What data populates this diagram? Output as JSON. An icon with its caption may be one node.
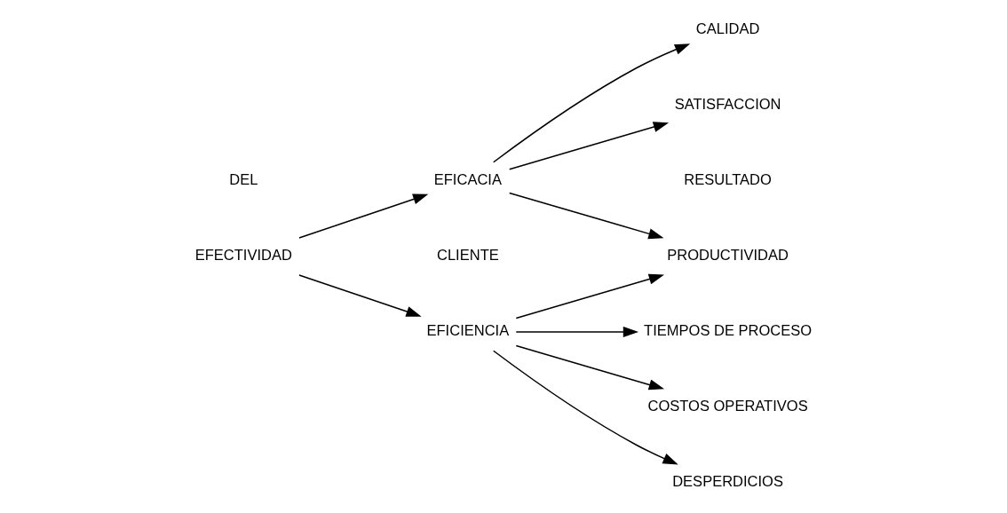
{
  "diagram": {
    "nodes": [
      {
        "text": [
          "CALIDAD"
        ]
      },
      {
        "text": [
          "EFICACIA"
        ]
      },
      {
        "text": [
          "SATISFACCION"
        ]
      },
      {
        "text": [
          "EFECTIVIDAD"
        ]
      },
      {
        "text": [
          "PRODUCTIVIDAD"
        ]
      },
      {
        "text": [
          "TIEMPOS DE PROCESO"
        ]
      },
      {
        "text": [
          "EFICIENCIA"
        ]
      },
      {
        "text": [
          "COSTOS OPERATIVOS"
        ]
      },
      {
        "text": [
          "DESPERDICIOS"
        ]
      }
    ],
    "edges": [
      {
        "from": 3,
        "to": 1,
        "arrow": "to"
      },
      {
        "from": 3,
        "to": 6,
        "arrow": "to"
      },
      {
        "from": 1,
        "to": 0,
        "arrow": "to"
      },
      {
        "from": 1,
        "to": 2,
        "arrow": "to"
      },
      {
        "from": 1,
        "to": 4,
        "arrow": "to"
      },
      {
        "from": 6,
        "to": 4,
        "arrow": "to"
      },
      {
        "from": 6,
        "to": 5,
        "arrow": "to"
      },
      {
        "from": 6,
        "to": 7,
        "arrow": "to"
      },
      {
        "from": 6,
        "to": 8,
        "arrow": "to"
      }
    ],
    "labels": [
      "DEL",
      "CLIENTE",
      "RESULTADO"
    ]
  }
}
